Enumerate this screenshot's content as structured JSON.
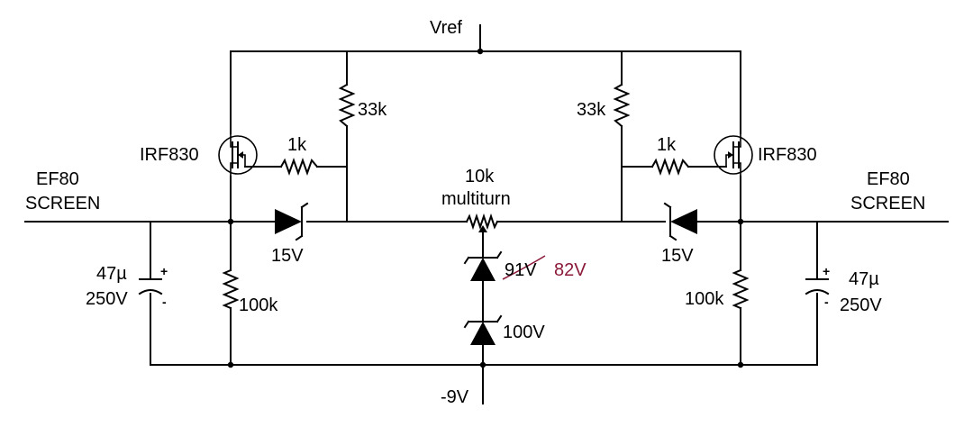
{
  "nodes": {
    "vref": "Vref",
    "neg9v": "-9V",
    "left_output_line1": "EF80",
    "left_output_line2": "SCREEN",
    "right_output_line1": "EF80",
    "right_output_line2": "SCREEN"
  },
  "components": {
    "left_mosfet": "IRF830",
    "right_mosfet": "IRF830",
    "left_drain_resistor": "33k",
    "right_drain_resistor": "33k",
    "left_gate_resistor": "1k",
    "right_gate_resistor": "1k",
    "pot_line1": "10k",
    "pot_line2": "multiturn",
    "left_zener": "15V",
    "right_zener": "15V",
    "mid_zener_old": "91V",
    "mid_zener_new": "82V",
    "bottom_zener": "100V",
    "left_pulldown": "100k",
    "right_pulldown": "100k",
    "left_cap_value": "47µ",
    "left_cap_voltage": "250V",
    "right_cap_value": "47µ",
    "right_cap_voltage": "250V",
    "plus_sign": "+",
    "minus_sign": "-"
  },
  "colors": {
    "wire": "#000000",
    "correction": "#8b1a3a"
  }
}
